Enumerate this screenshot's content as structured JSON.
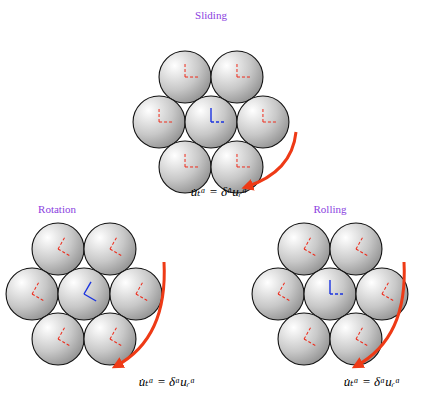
{
  "diagram": {
    "labels": [
      "Sliding",
      "u̇ₜᵅ = δ̇ᵅuᵣᵅ",
      "Rotation",
      "u̇ₜᵅ = δᵅuᵣᵅ",
      "Rolling",
      "u̇ₜᵅ = δᵅuᵣᵅ"
    ]
  }
}
